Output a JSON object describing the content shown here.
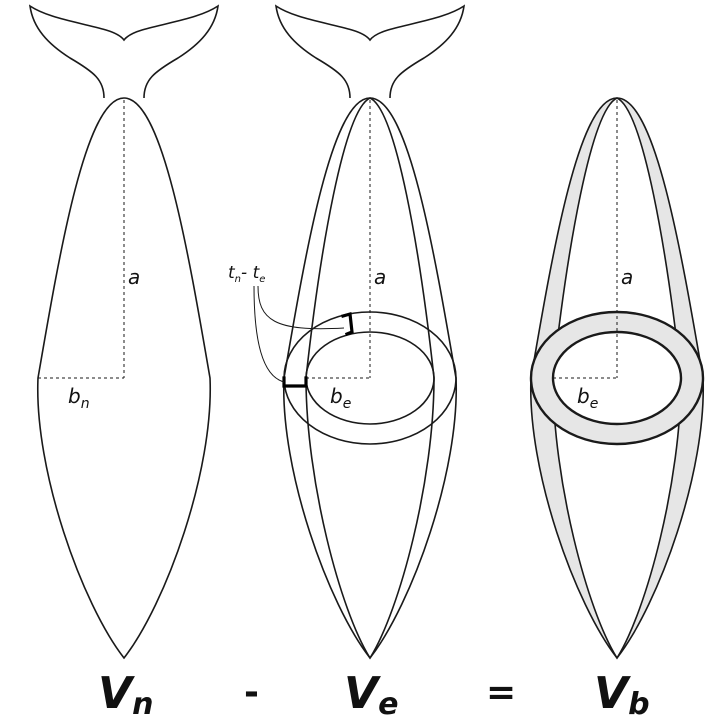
{
  "panels": {
    "natural": {
      "a_label": "a",
      "b_main": "b",
      "b_sub": "n",
      "v_main": "V",
      "v_sub": "n"
    },
    "emptied": {
      "a_label": "a",
      "b_main": "b",
      "b_sub": "e",
      "t_main1": "t",
      "t_sub1": "n",
      "t_dash": "- ",
      "t_main2": "t",
      "t_sub2": "e",
      "v_main": "V",
      "v_sub": "e"
    },
    "blubber": {
      "a_label": "a",
      "b_main": "b",
      "b_sub": "e",
      "v_main": "V",
      "v_sub": "b",
      "shade_color": "#e6e6e6"
    }
  },
  "operators": {
    "minus": "-",
    "equals": "="
  }
}
